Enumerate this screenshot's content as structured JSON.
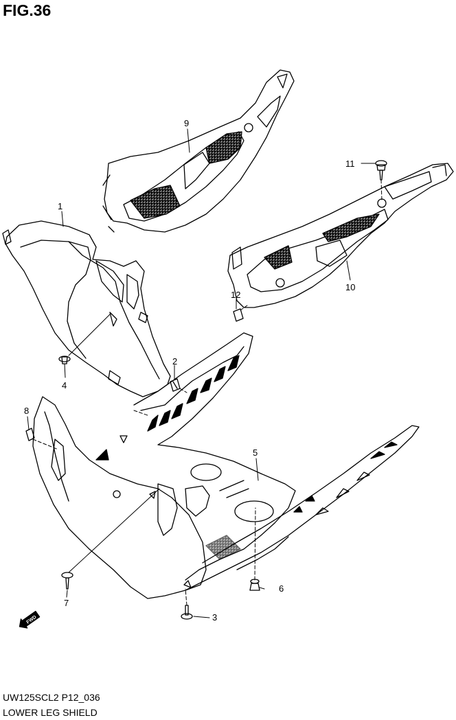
{
  "figure": {
    "title": "FIG.36",
    "model_code": "UW125SCL2 P12_036",
    "section_name": "LOWER LEG SHIELD"
  },
  "direction_badge": {
    "label": "FWD"
  },
  "callouts": [
    {
      "id": "part-1",
      "number": "1"
    },
    {
      "id": "part-2",
      "number": "2"
    },
    {
      "id": "part-3",
      "number": "3"
    },
    {
      "id": "part-4",
      "number": "4"
    },
    {
      "id": "part-5",
      "number": "5"
    },
    {
      "id": "part-6",
      "number": "6"
    },
    {
      "id": "part-7",
      "number": "7"
    },
    {
      "id": "part-8",
      "number": "8"
    },
    {
      "id": "part-9",
      "number": "9"
    },
    {
      "id": "part-10",
      "number": "10"
    },
    {
      "id": "part-11",
      "number": "11"
    },
    {
      "id": "part-12",
      "number": "12"
    }
  ],
  "colors": {
    "line": "#000000",
    "background": "#ffffff"
  }
}
